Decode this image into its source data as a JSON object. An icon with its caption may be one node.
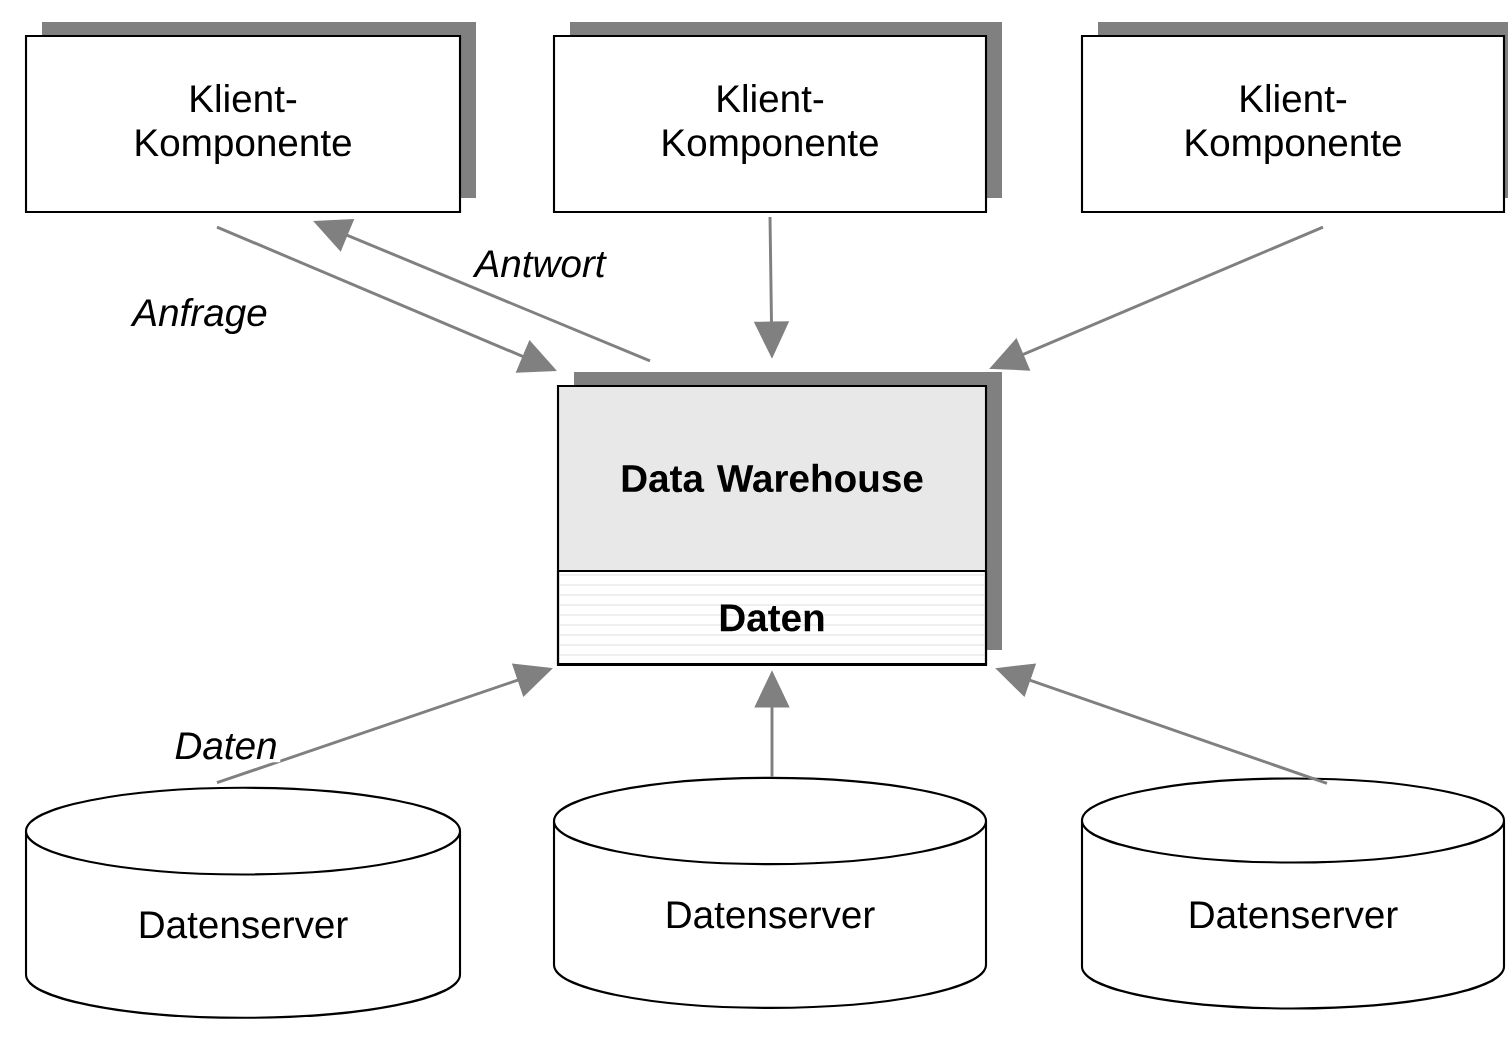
{
  "diagram": {
    "nodes": [
      {
        "text": [
          "Klient-Komponente"
        ]
      },
      {
        "text": [
          "Klient-Komponente"
        ]
      },
      {
        "text": [
          "Klient-Komponente"
        ]
      },
      {
        "text": [
          "Data Warehouse"
        ]
      },
      {
        "text": [
          "Daten"
        ],
        "in": 3
      },
      {
        "text": [
          "Datenserver"
        ]
      },
      {
        "text": [
          "Datenserver"
        ]
      },
      {
        "text": [
          "Datenserver"
        ]
      }
    ],
    "edges": [
      {
        "from": 0,
        "to": 3,
        "arrow": "to",
        "label": "Anfrage"
      },
      {
        "from": 3,
        "to": 0,
        "arrow": "to",
        "label": "Antwort"
      },
      {
        "from": 1,
        "to": 3,
        "arrow": "to"
      },
      {
        "from": 2,
        "to": 3,
        "arrow": "to"
      },
      {
        "from": 5,
        "to": 4,
        "arrow": "to",
        "label": "Daten"
      },
      {
        "from": 6,
        "to": 4,
        "arrow": "to"
      },
      {
        "from": 7,
        "to": 4,
        "arrow": "to"
      }
    ]
  }
}
